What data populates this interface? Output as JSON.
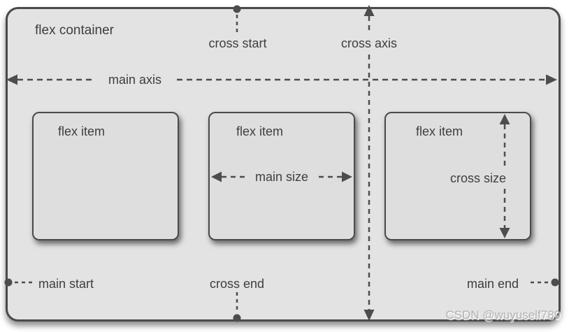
{
  "diagram": {
    "container": {
      "label": "flex container"
    },
    "items": [
      {
        "label": "flex item"
      },
      {
        "label": "flex item",
        "annotation": "main size"
      },
      {
        "label": "flex item",
        "annotation": "cross size"
      }
    ],
    "axes": {
      "main_axis": "main axis",
      "cross_axis": "cross axis"
    },
    "markers": {
      "main_start": "main start",
      "main_end": "main end",
      "cross_start": "cross start",
      "cross_end": "cross end"
    },
    "colors": {
      "container_fill": "#e3e3e3",
      "item_fill": "#dedede",
      "stroke": "#4d4d4d",
      "text": "#3e3e3e",
      "watermark": "#b3b3b3"
    }
  },
  "watermark": {
    "text": "CSDN @wuyuself789"
  }
}
